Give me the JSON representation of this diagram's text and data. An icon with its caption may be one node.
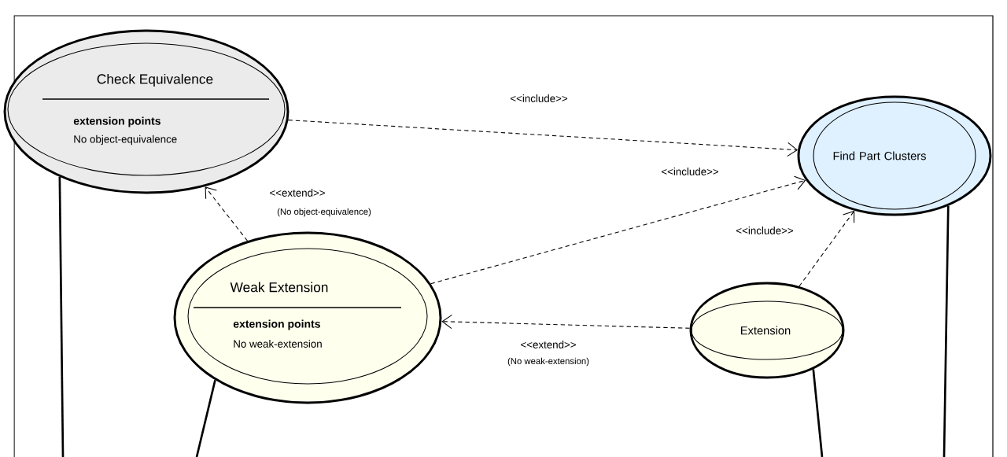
{
  "diagram": {
    "nodes": [
      {
        "text": [
          "Check Equivalence",
          "extension points",
          "No object-equivalence"
        ]
      },
      {
        "text": [
          "Find Part Clusters"
        ]
      },
      {
        "text": [
          "Weak Extension",
          "extension points",
          "No weak-extension"
        ]
      },
      {
        "text": [
          "Extension"
        ]
      }
    ],
    "edges": [
      {
        "from": 0,
        "to": 1,
        "arrow": "to",
        "label": "<<include>>",
        "style": "dashed"
      },
      {
        "from": 2,
        "to": 1,
        "arrow": "to",
        "label": "<<include>>",
        "style": "dashed"
      },
      {
        "from": 3,
        "to": 1,
        "arrow": "to",
        "label": "<<include>>",
        "style": "dashed"
      },
      {
        "from": 2,
        "to": 0,
        "arrow": "to",
        "label": "<<extend>>",
        "style": "dashed"
      },
      {
        "from": 3,
        "to": 2,
        "arrow": "to",
        "label": "<<extend>>",
        "style": "dashed"
      },
      {
        "from": 0,
        "to": null,
        "arrow": "none"
      },
      {
        "from": 2,
        "to": null,
        "arrow": "none"
      },
      {
        "from": 3,
        "to": null,
        "arrow": "none"
      },
      {
        "from": 1,
        "to": null,
        "arrow": "none"
      }
    ],
    "labels": [
      "(No object-equivalence)",
      "(No weak-extension)"
    ]
  }
}
